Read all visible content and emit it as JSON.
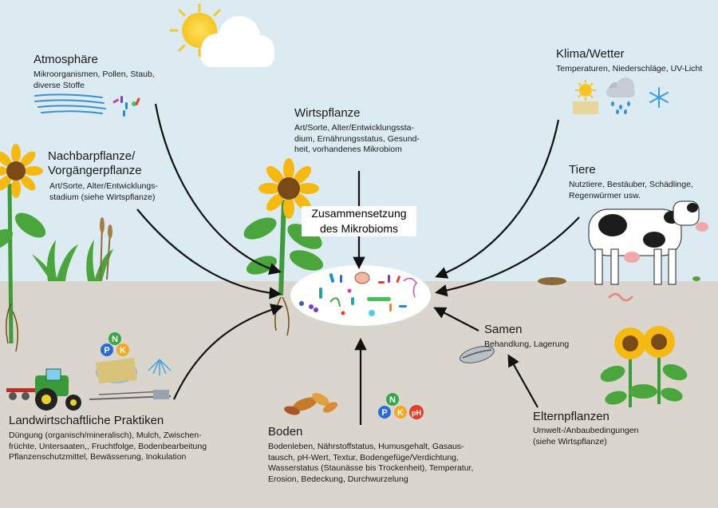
{
  "center": {
    "line1": "Zusammensetzung",
    "line2": "des Mikrobioms"
  },
  "nodes": {
    "atmosphaere": {
      "title": "Atmosphäre",
      "desc_lines": [
        "Mikroorganismen, Pollen, Staub,",
        "diverse Stoffe"
      ]
    },
    "nachbar": {
      "title_lines": [
        "Nachbarpflanze/",
        "Vorgängerpflanze"
      ],
      "desc_lines": [
        "Art/Sorte, Alter/Entwicklungs-",
        "stadium (siehe Wirtspflanze)"
      ]
    },
    "wirt": {
      "title": "Wirtspflanze",
      "desc_lines": [
        "Art/Sorte, Alter/Entwicklungssta-",
        "dium, Ernährungsstatus, Gesund-",
        "heit, vorhandenes Mikrobiom"
      ]
    },
    "klima": {
      "title": "Klima/Wetter",
      "desc_lines": [
        "Temperaturen, Niederschläge, UV-Licht"
      ]
    },
    "tiere": {
      "title": "Tiere",
      "desc_lines": [
        "Nutztiere, Bestäuber, Schädlinge,",
        "Regenwürmer usw."
      ]
    },
    "samen": {
      "title": "Samen",
      "desc_lines": [
        "Behandlung, Lagerung"
      ]
    },
    "eltern": {
      "title": "Elternpflanzen",
      "desc_lines": [
        "Umwelt-/Anbaubedingungen",
        "(siehe Wirtspflanze)"
      ]
    },
    "praktiken": {
      "title": "Landwirtschaftliche Praktiken",
      "desc_lines": [
        "Düngung (organisch/mineralisch), Mulch, Zwischen-",
        "früchte, Untersaaten,, Fruchtfolge, Bodenbearbeitung",
        "Pflanzenschutzmittel, Bewässerung, Inokulation"
      ]
    },
    "boden": {
      "title": "Boden",
      "desc_lines": [
        "Bodenleben, Nährstoffstatus, Humusgehalt, Gasaus-",
        "tausch, pH-Wert, Textur, Bodengefüge/Verdichtung,",
        "Wasserstatus (Staunässe bis Trockenheit), Temperatur,",
        "Erosion, Bedeckung, Durchwurzelung"
      ]
    }
  },
  "badges": {
    "n": "N",
    "p": "P",
    "k": "K",
    "ph": "pH"
  },
  "colors": {
    "sky": "#dcebf2",
    "soil": "#dad6cd",
    "arrow": "#111111",
    "leaf": "#3f9a3b",
    "petal": "#f6b912"
  }
}
